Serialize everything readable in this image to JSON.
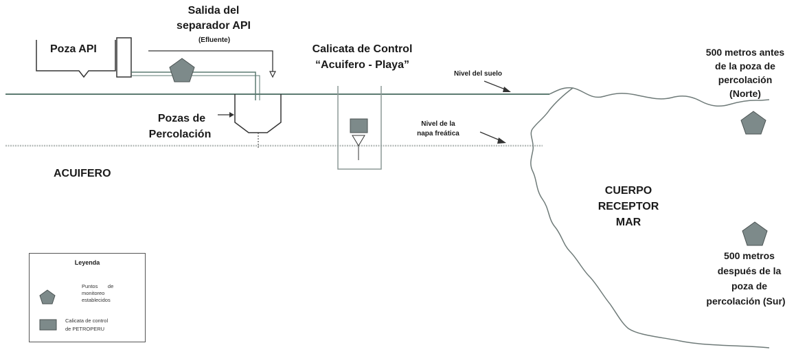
{
  "labels": {
    "salida_line1": "Salida del",
    "salida_line2": "separador API",
    "salida_line3": "(Efluente)",
    "poza_api": "Poza API",
    "calicata_line1": "Calicata de Control",
    "calicata_line2": "“Acuifero - Playa”",
    "nivel_suelo": "Nivel del suelo",
    "nivel_napa_line1": "Nivel de la",
    "nivel_napa_line2": "napa freática",
    "pozas_line1": "Pozas de",
    "pozas_line2": "Percolación",
    "acuifero": "ACUIFERO",
    "cuerpo_line1": "CUERPO",
    "cuerpo_line2": "RECEPTOR",
    "cuerpo_line3": "MAR",
    "norte_line1": "500 metros antes",
    "norte_line2": "de la poza de",
    "norte_line3": "percolación",
    "norte_line4": "(Norte)",
    "sur_line1": "500 metros",
    "sur_line2": "después de la",
    "sur_line3": "poza de",
    "sur_line4": "percolación (Sur)"
  },
  "legend": {
    "title": "Leyenda",
    "item1_line1": "Puntos       de",
    "item1_line2": "monitoreo",
    "item1_line3": "establecidos",
    "item2_line1": "Calicata de control",
    "item2_line2": "de PETROPERU"
  },
  "icons": {
    "monitoring_point": "pentagon-marker-icon",
    "control_pit": "square-marker-icon"
  },
  "colors": {
    "marker_fill": "#7d8a8a",
    "marker_stroke": "#4a5252",
    "ground_line": "#5b7a70",
    "water_line": "#b7bdbb"
  }
}
